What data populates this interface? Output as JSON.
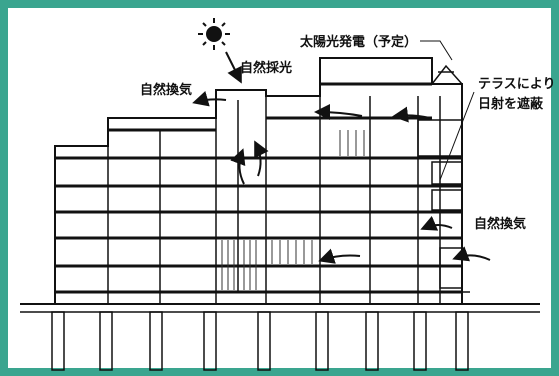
{
  "colors": {
    "frame": "#3aa58f",
    "ink": "#111111"
  },
  "icons": {
    "sun": "sun-icon"
  },
  "labels": {
    "natural_light": "自然採光",
    "natural_ventilation_top": "自然換気",
    "solar_power": "太陽光発電（予定）",
    "terrace_line1": "テラスにより",
    "terrace_line2": "日射を遮蔽",
    "natural_ventilation_right": "自然換気"
  }
}
